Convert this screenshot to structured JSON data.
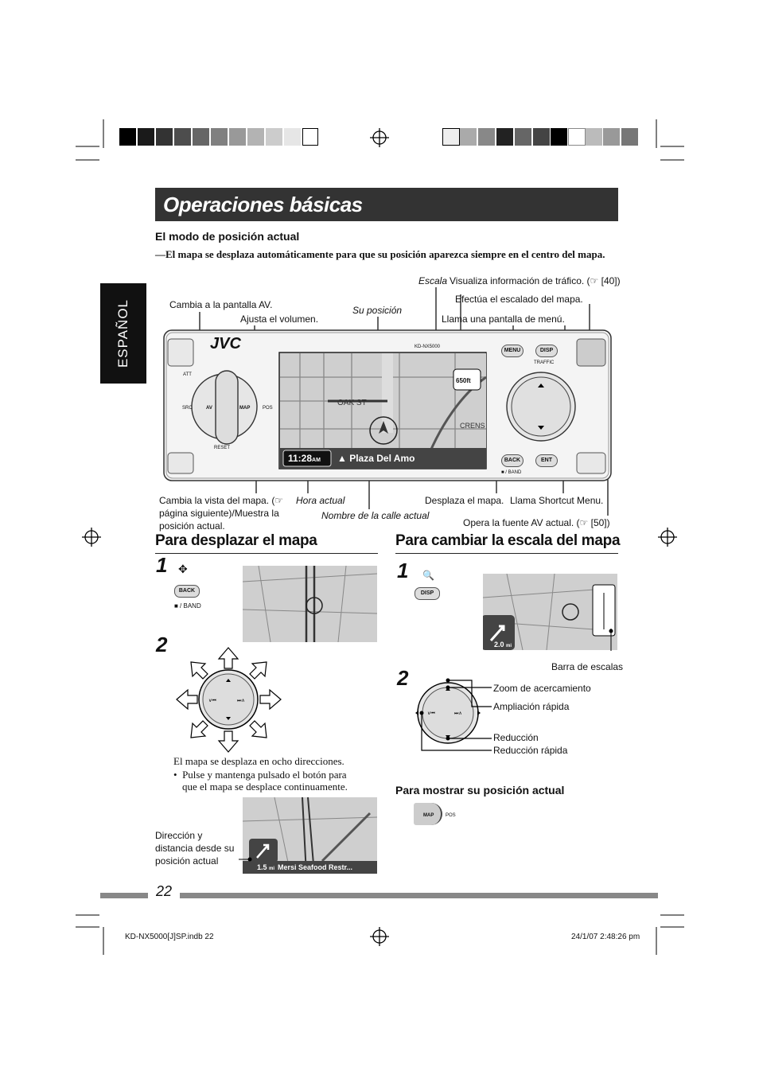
{
  "title": "Operaciones básicas",
  "side_tab": "ESPAÑOL",
  "section1": {
    "heading": "El modo de posición actual",
    "intro": "—El mapa se desplaza automáticamente para que su posición aparezca siempre en el centro del mapa."
  },
  "callouts": {
    "escala": "Escala",
    "trafico": "Visualiza información de tráfico. (☞ [40])",
    "escalado": "Efectúa el escalado del mapa.",
    "cambia_av": "Cambia a la pantalla AV.",
    "volumen": "Ajusta el volumen.",
    "su_posicion": "Su posición",
    "menu": "Llama una pantalla de menú.",
    "vista_l1": "Cambia la vista del mapa. (☞",
    "vista_l2": "página siguiente)/Muestra la",
    "vista_l3": "posición actual.",
    "hora": "Hora actual",
    "calle": "Nombre de la calle actual",
    "desplaza": "Desplaza el mapa.",
    "shortcut": "Llama Shortcut Menu.",
    "fuente_av": "Opera la fuente AV actual. (☞ [50])"
  },
  "device": {
    "brand": "JVC",
    "model": "KD-NX5000",
    "time": "11:28",
    "time_suffix": "AM",
    "street": "Plaza Del Amo",
    "scale": "650ft",
    "btn_menu": "MENU",
    "btn_disp": "DISP",
    "btn_back": "BACK",
    "btn_ent": "ENT",
    "btn_av": "AV",
    "btn_map": "MAP",
    "lbl_src": "SRC",
    "lbl_pos": "POS",
    "lbl_reset": "RESET",
    "lbl_att": "ATT",
    "lbl_traffic": "TRAFFIC",
    "lbl_band": "■ / BAND",
    "street_oak": "OAK ST",
    "street_crens": "CRENS"
  },
  "pan": {
    "heading": "Para desplazar el mapa",
    "step1": "1",
    "step2": "2",
    "back_label": "BACK",
    "band_label": "■ / BAND",
    "desc": "El mapa se desplaza en ocho direcciones.",
    "bullet_l1": "Pulse y mantenga pulsado el botón para",
    "bullet_l2": "que el mapa se desplace continuamente.",
    "dir_l1": "Dirección y",
    "dir_l2": "distancia desde su",
    "dir_l3": "posición actual",
    "map_distance": "1.5",
    "map_distance_unit": "mi",
    "map_place": "Mersi Seafood Restr..."
  },
  "scale": {
    "heading": "Para cambiar la escala del mapa",
    "step1": "1",
    "step2": "2",
    "disp_label": "DISP",
    "barra": "Barra de escalas",
    "zoom": "Zoom de acercamiento",
    "ampliacion": "Ampliación rápida",
    "reduccion": "Reducción",
    "reduccion_rapida": "Reducción rápida",
    "map_distance": "2.0",
    "map_distance_unit": "mi",
    "position_heading": "Para mostrar su posición actual",
    "map_btn": "MAP",
    "pos_lbl": "POS"
  },
  "page_number": "22",
  "footer": {
    "file": "KD-NX5000[J]SP.indb   22",
    "date": "24/1/07   2:48:26 pm"
  },
  "colors": {
    "title_bg": "#333333",
    "tab_bg": "#111111",
    "map_bg": "#cfcfcf"
  }
}
